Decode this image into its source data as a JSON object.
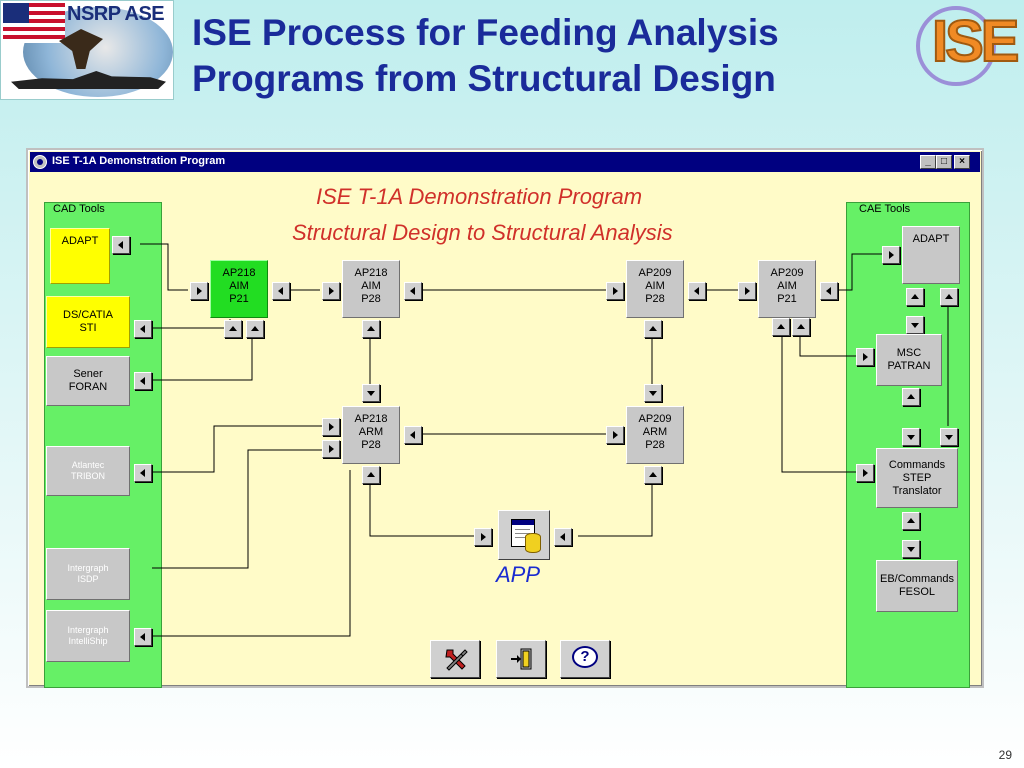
{
  "slide": {
    "title_line1": "ISE Process for Feeding Analysis",
    "title_line2": "Programs from Structural Design",
    "page_number": "29",
    "logo_left_text": "NSRP ASE",
    "logo_right_text": "ISE"
  },
  "window": {
    "title": "ISE T-1A Demonstration Program",
    "minimize": "_",
    "maximize": "□",
    "close": "×",
    "heading1": "ISE T-1A Demonstration Program",
    "heading2": "Structural Design to Structural Analysis"
  },
  "cad_panel": {
    "label": "CAD Tools",
    "adapt": [
      "ADAPT"
    ],
    "dscatia": [
      "DS/CATIA",
      "STI"
    ],
    "sener": [
      "Sener",
      "FORAN"
    ],
    "atlantec": [
      "Atlantec",
      "TRIBON"
    ],
    "isdp": [
      "Intergraph",
      "ISDP"
    ],
    "intellship": [
      "Intergraph",
      "IntelliShip"
    ]
  },
  "cae_panel": {
    "label": "CAE Tools",
    "adapt": [
      "ADAPT"
    ],
    "patran": [
      "MSC",
      "PATRAN"
    ],
    "step": [
      "Commands",
      "STEP",
      "Translator"
    ],
    "fesol": [
      "EB/Commands",
      "FESOL"
    ]
  },
  "nodes": {
    "ap218_aim_p21": [
      "AP218",
      "AIM",
      "P21"
    ],
    "ap218_aim_p28": [
      "AP218",
      "AIM",
      "P28"
    ],
    "ap218_arm_p28": [
      "AP218",
      "ARM",
      "P28"
    ],
    "ap209_aim_p28": [
      "AP209",
      "AIM",
      "P28"
    ],
    "ap209_arm_p28": [
      "AP209",
      "ARM",
      "P28"
    ],
    "ap209_aim_p21": [
      "AP209",
      "AIM",
      "P21"
    ]
  },
  "app": {
    "label": "APP"
  },
  "toolbar": {
    "help_glyph": "?"
  },
  "colors": {
    "title_blue": "#1a2b9a",
    "heading_red": "#d0302a",
    "panel_green": "#66f066",
    "active_node_green": "#22dd22",
    "highlight_yellow": "#ffff00",
    "window_bg": "#fffbc8",
    "titlebar_navy": "#000080"
  }
}
